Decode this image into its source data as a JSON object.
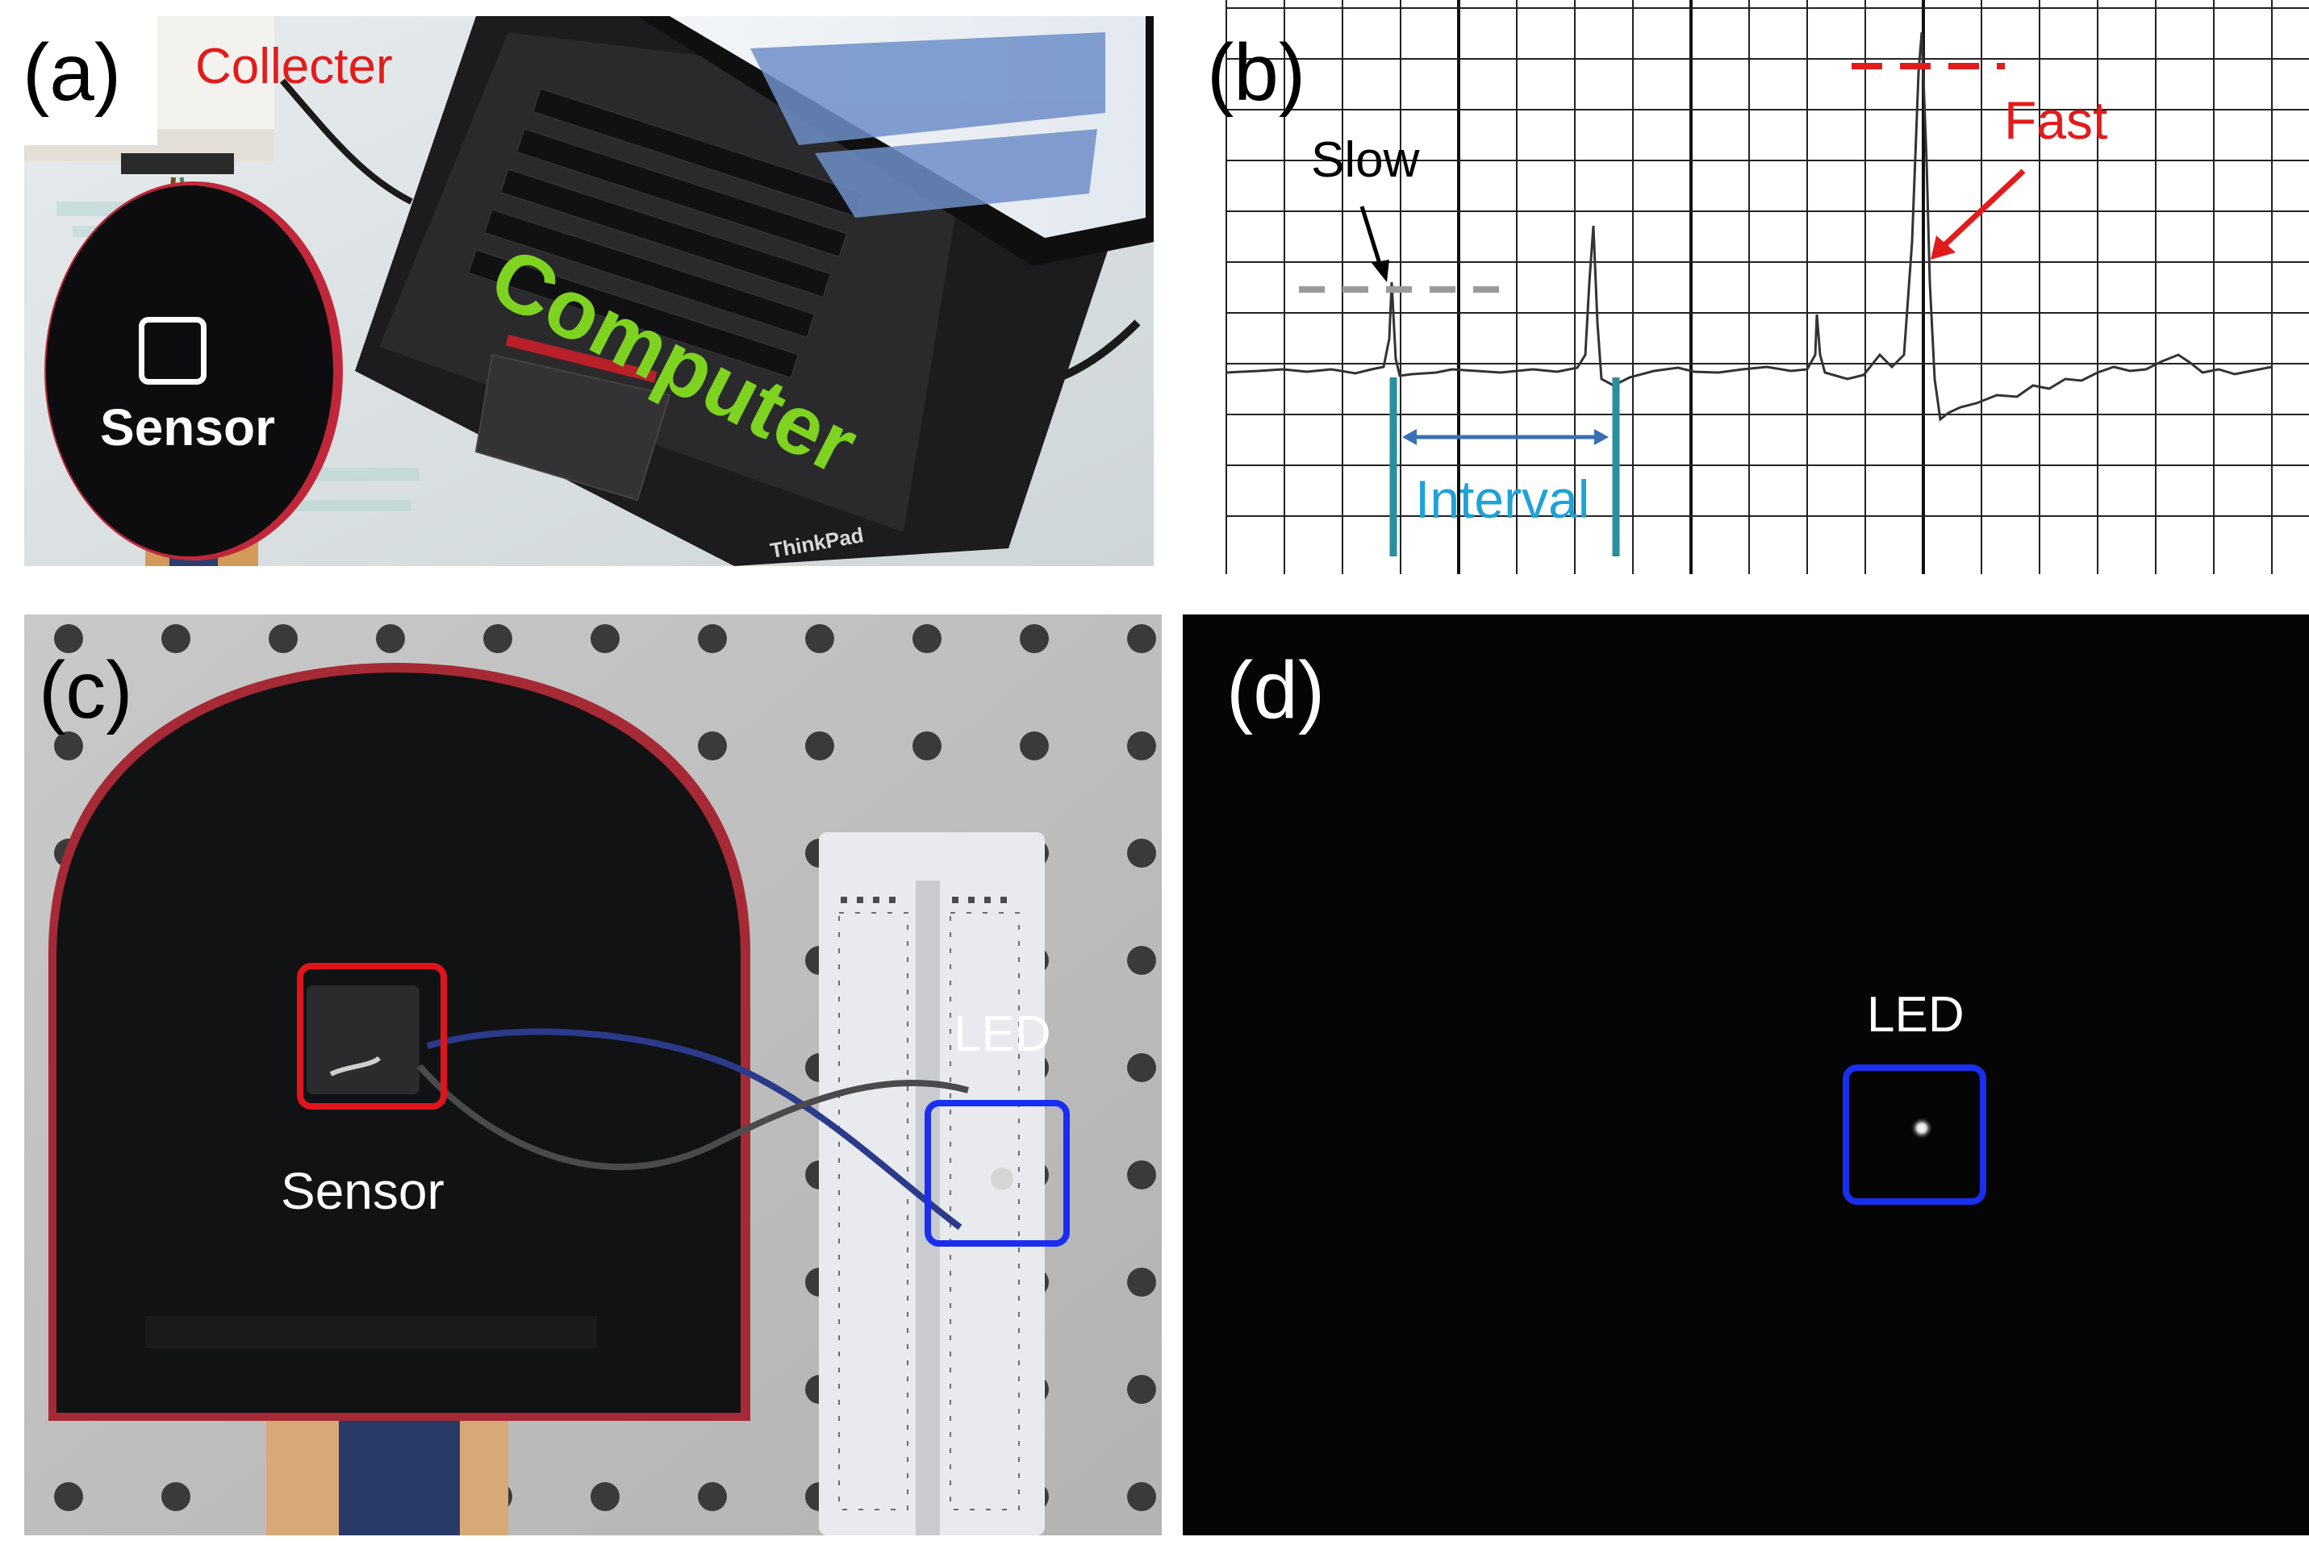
{
  "figure": {
    "panels": [
      {
        "label": "(a)",
        "annotations": {
          "collecter": "Collecter",
          "sensor": "Sensor",
          "computer": "Computer",
          "laptop_brand": "ThinkPad"
        }
      },
      {
        "label": "(b)",
        "annotations": {
          "slow": "Slow",
          "fast": "Fast",
          "interval": "Interval"
        }
      },
      {
        "label": "(c)",
        "annotations": {
          "led": "LED",
          "sensor": "Sensor"
        }
      },
      {
        "label": "(d)",
        "annotations": {
          "led": "LED"
        }
      }
    ]
  },
  "colors": {
    "red_annotation": "#e21b1b",
    "green_annotation": "#7ed321",
    "cyan_annotation": "#1fa2d6",
    "blue_box": "#1a2ef0",
    "red_box": "#e0141c",
    "signal_line": "#333333",
    "grid": "#222222"
  }
}
